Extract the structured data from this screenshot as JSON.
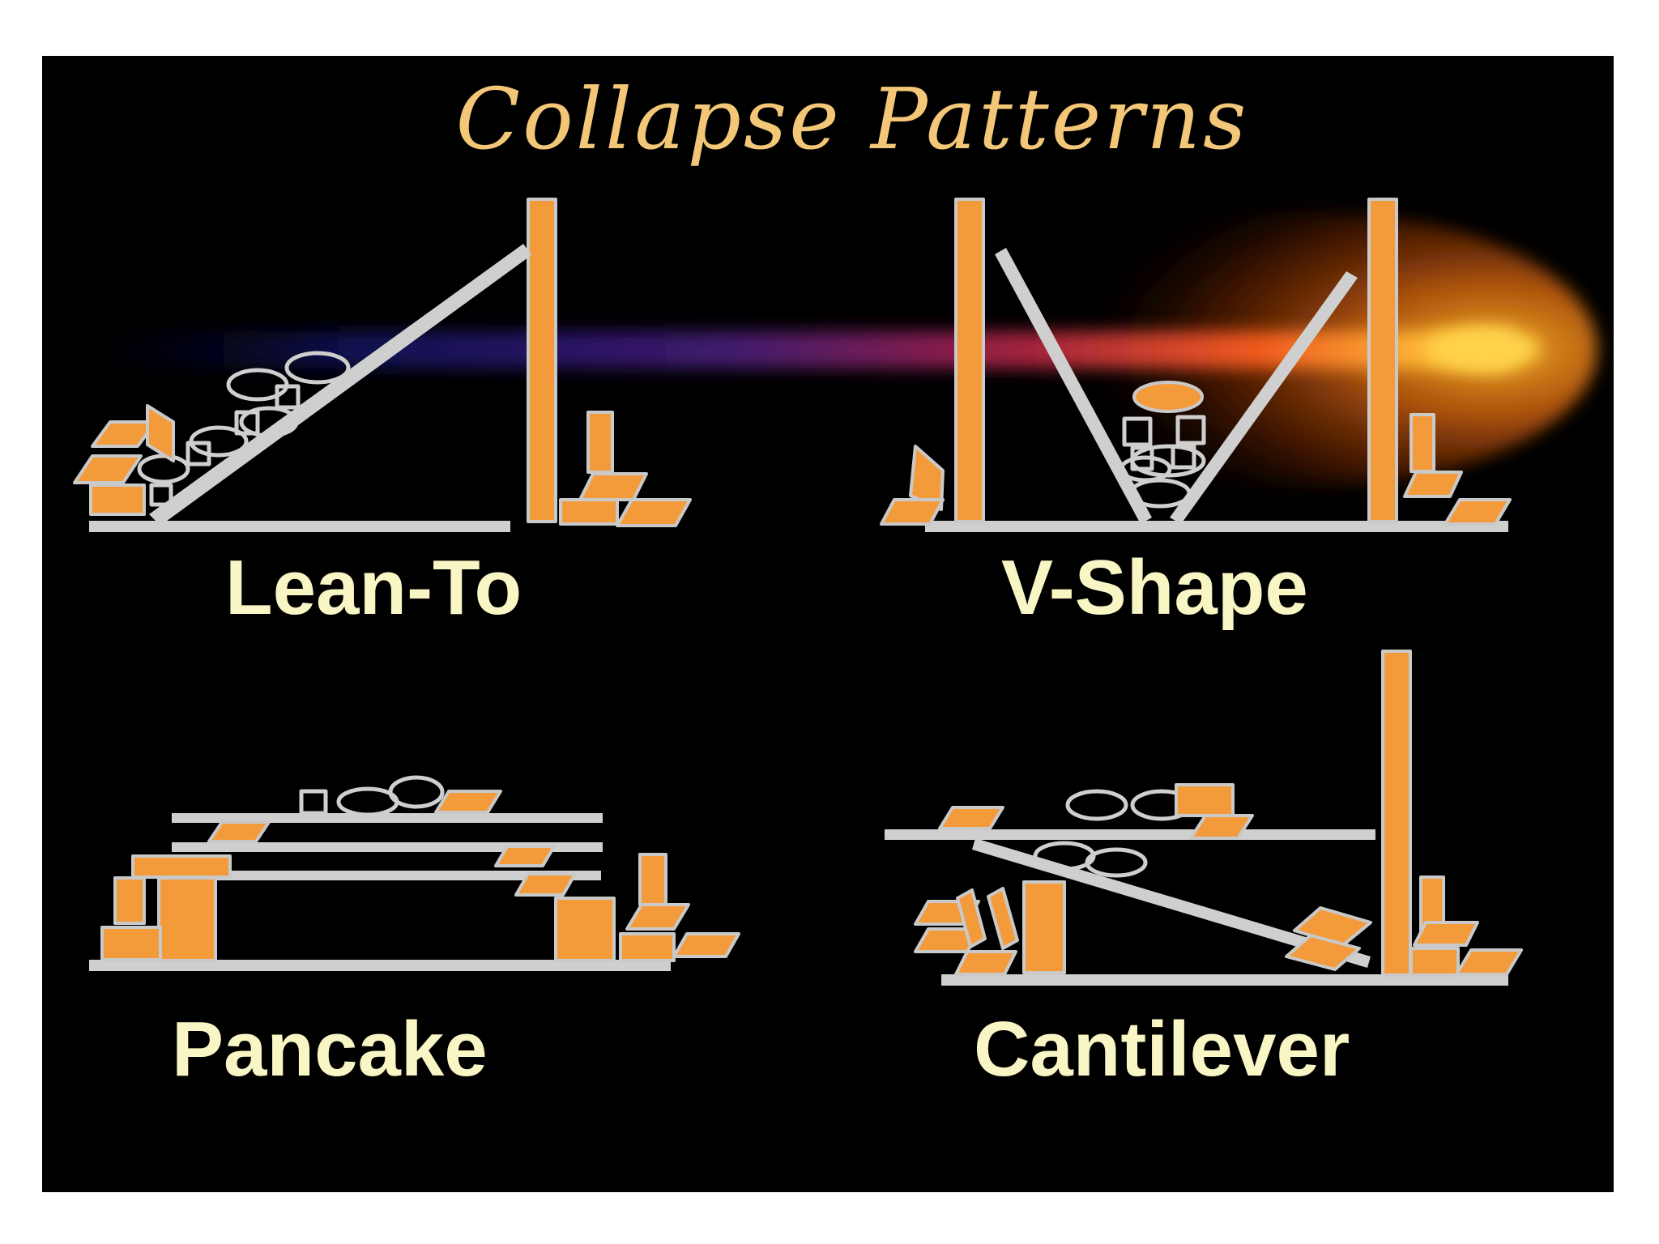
{
  "slide": {
    "title": "Collapse Patterns",
    "patterns": [
      {
        "id": "lean-to",
        "label": "Lean-To"
      },
      {
        "id": "v-shape",
        "label": "V-Shape"
      },
      {
        "id": "pancake",
        "label": "Pancake"
      },
      {
        "id": "cantilever",
        "label": "Cantilever"
      }
    ]
  },
  "colors": {
    "background": "#000000",
    "title": "#f3c777",
    "label": "#f8f6c4",
    "block_fill": "#f39b3a",
    "block_outline": "#c9c9c9",
    "beam": "#cfcfcf",
    "glow_core": "#ffc93a",
    "glow_tail": "#1a1a8c"
  }
}
